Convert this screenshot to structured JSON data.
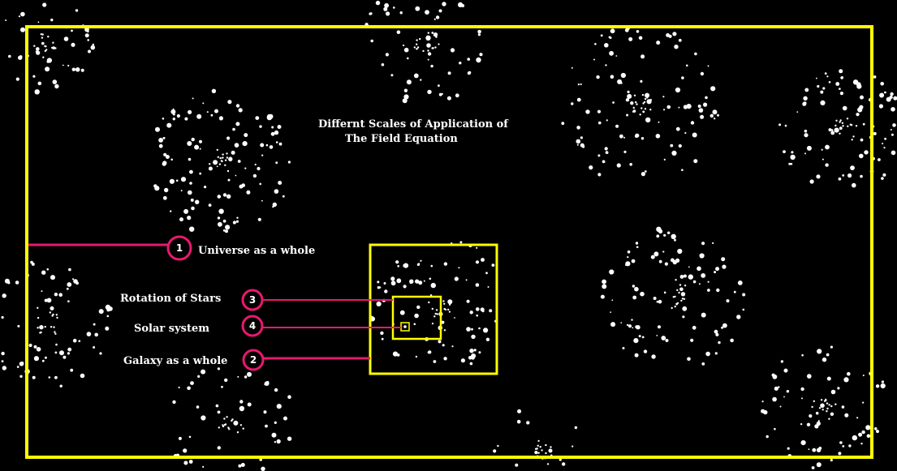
{
  "title": {
    "line1": "Differnt Scales of Application of",
    "line2": "The Field Equation"
  },
  "labels": [
    {
      "number": "1",
      "text": "Universe as a whole"
    },
    {
      "number": "3",
      "text": "Rotation of Stars"
    },
    {
      "number": "4",
      "text": "Solar system"
    },
    {
      "number": "2",
      "text": "Galaxy as a whole"
    }
  ],
  "colors": {
    "background": "#000000",
    "frame": "#ffff00",
    "connector": "#e8196e",
    "star": "#ffffff",
    "text": "#ffffff"
  }
}
